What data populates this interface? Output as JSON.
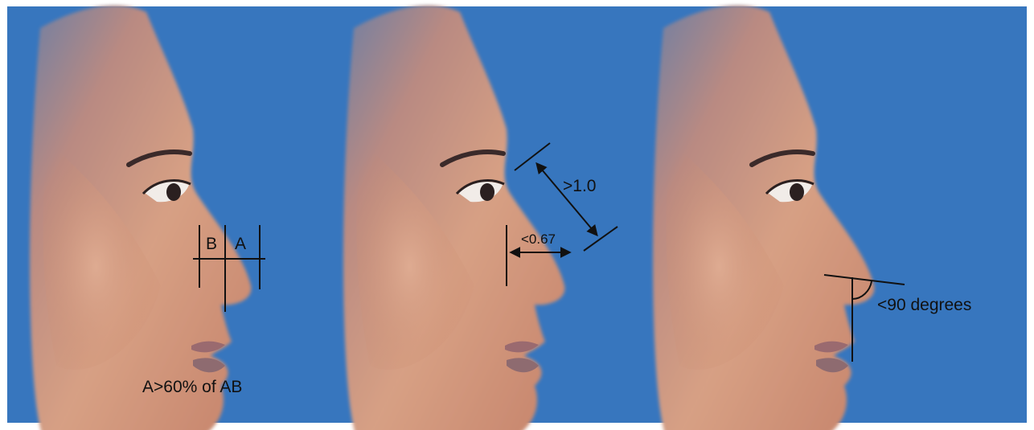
{
  "figure": {
    "background_color": "#3776be",
    "skin_light": "#d9a085",
    "skin_mid": "#c8876b",
    "skin_shadow": "#8e6b70",
    "line_color": "#111111"
  },
  "panels": [
    {
      "labels": {
        "b_segment": "B",
        "a_segment": "A",
        "caption": "A>60% of AB"
      }
    },
    {
      "labels": {
        "length_ratio": ">1.0",
        "projection_ratio": "<0.67"
      }
    },
    {
      "labels": {
        "angle": "<90 degrees"
      }
    }
  ]
}
